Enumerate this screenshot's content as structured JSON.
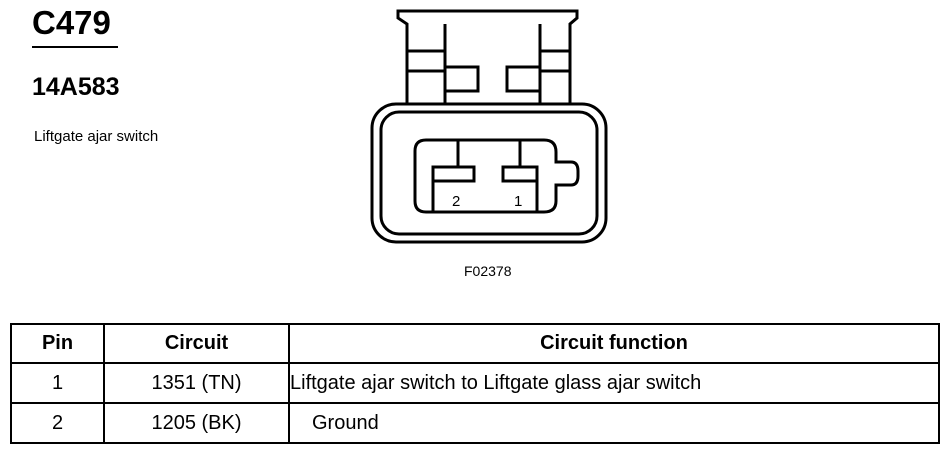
{
  "connector": {
    "id": "C479",
    "part_number": "14A583",
    "description": "Liftgate ajar switch",
    "figure_code": "F02378",
    "pin_labels": [
      "2",
      "1"
    ]
  },
  "table": {
    "headers": {
      "pin": "Pin",
      "circuit": "Circuit",
      "function": "Circuit function"
    },
    "rows": [
      {
        "pin": "1",
        "circuit": "1351 (TN)",
        "function": "Liftgate ajar switch to Liftgate glass ajar switch"
      },
      {
        "pin": "2",
        "circuit": "1205 (BK)",
        "function": "Ground"
      }
    ]
  }
}
